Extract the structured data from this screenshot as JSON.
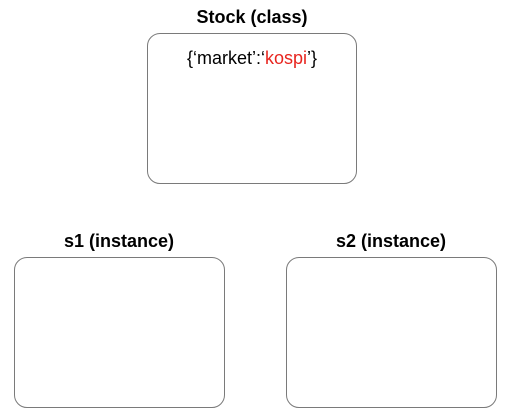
{
  "class_box": {
    "title": "Stock (class)",
    "dict": {
      "open": "{‘market’:‘",
      "value": "kospi",
      "close": "’}",
      "value_color": "#e8251f"
    }
  },
  "instances": [
    {
      "title": "s1 (instance)"
    },
    {
      "title": "s2 (instance)"
    }
  ]
}
